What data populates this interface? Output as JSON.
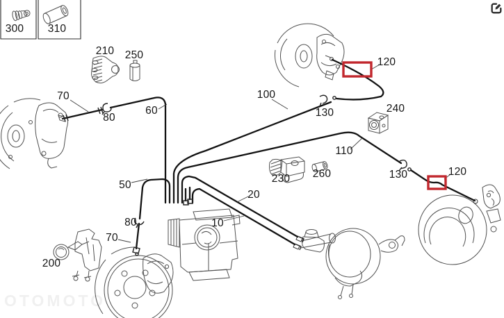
{
  "watermark": "OTOMOTO",
  "colors": {
    "highlight": "#c1272d",
    "pipe": "#121212",
    "art": "#4f4f4f",
    "label": "#141414"
  },
  "icons": {
    "open_external": "edit-open-external-icon"
  },
  "inset": {
    "cells": [
      {
        "part": "300"
      },
      {
        "part": "310"
      }
    ]
  },
  "highlights": [
    {
      "part": "120",
      "region": "front-right-brake-hose"
    },
    {
      "part": "120",
      "region": "rear-right-brake-hose"
    }
  ],
  "callouts": {
    "c300": "300",
    "c310": "310",
    "c210": "210",
    "c250": "250",
    "c70_front_left": "70",
    "c80_front_left": "80",
    "c60": "60",
    "c100": "100",
    "c130_front": "130",
    "c240": "240",
    "c120_front": "120",
    "c110": "110",
    "c130_rear": "130",
    "c120_rear": "120",
    "c50": "50",
    "c20": "20",
    "c10": "10",
    "c80_lower": "80",
    "c70_lower": "70",
    "c200": "200",
    "c230": "230",
    "c260": "260"
  }
}
